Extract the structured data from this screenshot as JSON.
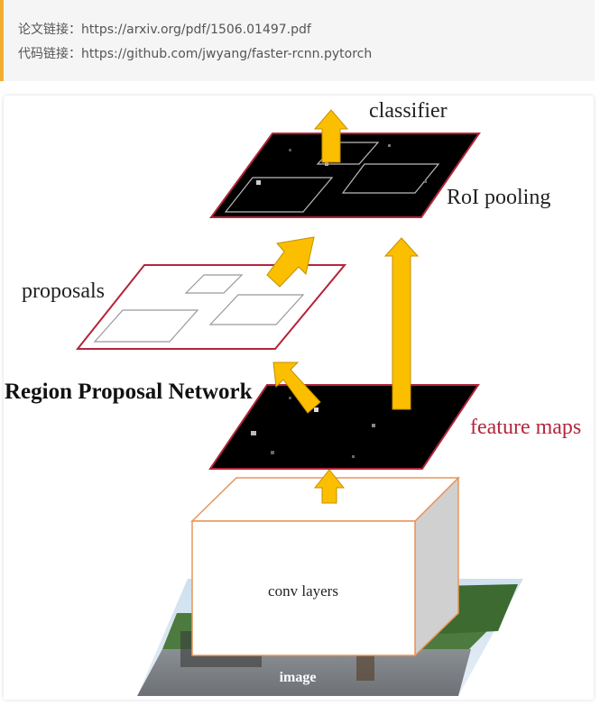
{
  "links": {
    "paper_label": "论文链接：",
    "paper_url": "https://arxiv.org/pdf/1506.01497.pdf",
    "code_label": "代码链接：",
    "code_url": "https://github.com/jwyang/faster-rcnn.pytorch"
  },
  "diagram": {
    "classifier": "classifier",
    "roi_pooling": "RoI pooling",
    "proposals": "proposals",
    "rpn": "Region Proposal Network",
    "feature_maps": "feature maps",
    "conv_layers": "conv layers",
    "image": "image"
  },
  "colors": {
    "arrow": "#fbbf00",
    "arrow_edge": "#c58f00",
    "plane_border": "#b3263a",
    "feature_label": "#b3263a",
    "box_border": "#e8955a",
    "quote_bar": "#f0ad2f"
  }
}
